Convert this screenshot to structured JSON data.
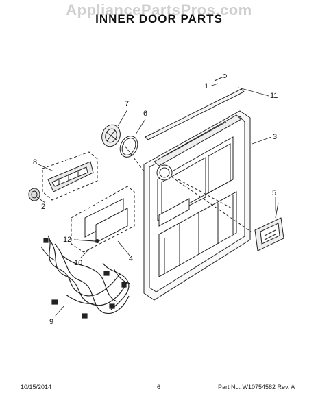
{
  "watermark": "AppliancePartsPros.com",
  "title": "INNER DOOR PARTS",
  "callouts": {
    "c1": "1",
    "c2": "2",
    "c3": "3",
    "c4": "4",
    "c5": "5",
    "c6": "6",
    "c7": "7",
    "c8": "8",
    "c9": "9",
    "c10": "10",
    "c11": "11",
    "c12": "12"
  },
  "footer": {
    "date": "10/15/2014",
    "page": "6",
    "part_no": "Part No. W10754582  Rev. A"
  }
}
